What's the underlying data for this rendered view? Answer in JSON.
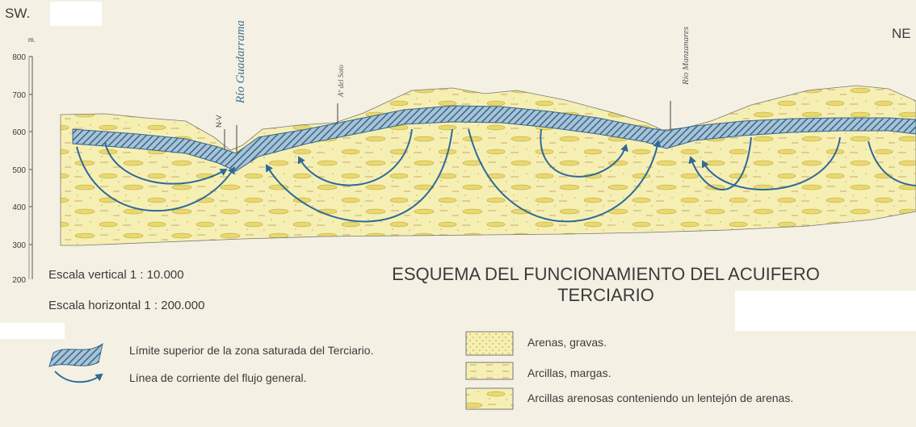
{
  "orientation": {
    "left": "SW.",
    "right": "NE"
  },
  "scale_axis": {
    "unit": "m.",
    "ticks": [
      800,
      700,
      600,
      500,
      400,
      300,
      200
    ]
  },
  "labels": {
    "nv": "N-V",
    "rio_guadarrama": "Río Guadarrama",
    "arroyo_soto": "Aº del Soto",
    "rio_manzanares": "Río Manzanares"
  },
  "scales": {
    "vertical": "Escala vertical 1 : 10.000",
    "horizontal": "Escala horizontal 1 : 200.000"
  },
  "title": {
    "line1": "ESQUEMA DEL FUNCIONAMIENTO DEL ACUIFERO",
    "line2": "TERCIARIO"
  },
  "legend_left": [
    {
      "symbol": "hatch-band",
      "text": "Límite superior de la zona saturada del Terciario."
    },
    {
      "symbol": "flow-arrow",
      "text": "Línea de corriente del flujo general."
    }
  ],
  "legend_right": [
    {
      "symbol": "sand-dots",
      "text": "Arenas, gravas."
    },
    {
      "symbol": "clay-dashes",
      "text": "Arcillas, margas."
    },
    {
      "symbol": "sandy-clay-lenses",
      "text": "Arcillas arenosas conteniendo un lentejón de arenas."
    }
  ],
  "colors": {
    "sediment": "#f6efb4",
    "water_band": "#4f7fa3",
    "flow_line": "#2e6a98",
    "lens": "#e8d66a"
  }
}
